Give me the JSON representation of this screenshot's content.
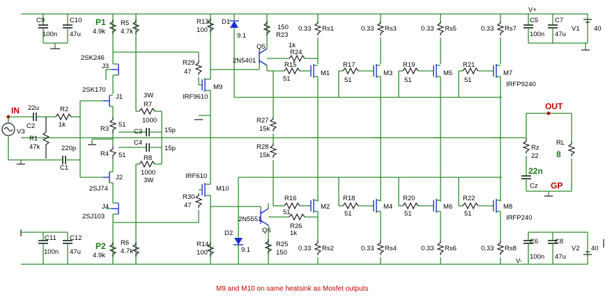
{
  "labels": {
    "IN": "IN",
    "OUT": "OUT",
    "GP": "GP",
    "V+": "V+",
    "V-": "V-",
    "P1": "P1",
    "P2": "P2",
    "V3": "V3",
    "C2": "C2",
    "C2v": "22u",
    "R2": "R2",
    "R2v": "1k",
    "R1": "R1",
    "R1v": "47k",
    "C1": "C1",
    "C1v": "220p",
    "C9": "C9",
    "C9v": "100n",
    "C10": "C10",
    "C10v": "47u",
    "C11": "C11",
    "C11v": "100n",
    "C12": "C12",
    "C12v": "47u",
    "P1v": "4.9k",
    "R5": "R5",
    "R5v": "4.7k",
    "P2v": "4.9k",
    "R6": "R6",
    "R6v": "4.7k",
    "J3": "J3",
    "J3t": "2SK246",
    "J1": "J1",
    "J1t": "2SK170",
    "J2": "J2",
    "J2t": "2SJ74",
    "J4": "J4",
    "J4t": "2SJ103",
    "R3": "R3",
    "R3v": "51",
    "R4": "R4",
    "R4v": "51",
    "R7": "R7",
    "R7v": "1000",
    "R7w": "3W",
    "R8": "R8",
    "R8v": "1000",
    "R8w": "3W",
    "C3": "C3",
    "C3v": "15p",
    "C4": "C4",
    "C4v": "15p",
    "R13": "R13",
    "R13v": "100",
    "R29": "R29",
    "R29v": "47",
    "M9": "M9",
    "M9t": "IRF9610",
    "R30": "R30",
    "R30v": "47",
    "M10": "M10",
    "M10t": "IRF610",
    "R14": "R14",
    "R14v": "100",
    "D1": "D1",
    "D1v": "9.1",
    "D2": "D2",
    "D2v": "9.1",
    "R23": "R23",
    "R23v": "150",
    "Q5": "Q5",
    "Q5t": "2N5401",
    "R25": "R25",
    "R25v": "150",
    "Q6": "Q6",
    "Q6t": "2N5551",
    "R24": "R24",
    "R24v": "1k",
    "R26": "R26",
    "R26v": "1k",
    "R15": "R15",
    "R15v": "51",
    "R16": "R16",
    "R16v": "51",
    "R27": "R27",
    "R27v": "15k",
    "R28": "R28",
    "R28v": "15k",
    "M1": "M1",
    "M2": "M2",
    "M3": "M3",
    "M4": "M4",
    "M5": "M5",
    "M6": "M6",
    "M7": "M7",
    "M8": "M8",
    "R17": "R17",
    "R17v": "51",
    "R18": "R18",
    "R18v": "51",
    "R19": "R19",
    "R19v": "51",
    "R20": "R20",
    "R20v": "51",
    "R21": "R21",
    "R21v": "51",
    "R22": "R22",
    "R22v": "51",
    "M7t": "IRFP9240",
    "M8t": "IRFP240",
    "Rs1": "Rs1",
    "Rs2": "Rs2",
    "Rs3": "Rs3",
    "Rs4": "Rs4",
    "Rs5": "Rs5",
    "Rs6": "Rs6",
    "Rs7": "Rs7",
    "Rs8": "Rs8",
    "Rsv": "0.33",
    "C5": "C5",
    "C5v": "100n",
    "C7": "C7",
    "C7v": "47u",
    "C6": "C6",
    "C6v": "100n",
    "C8": "C8",
    "C8v": "47u",
    "V1": "V1",
    "V1v": "40",
    "V2": "V2",
    "V2v": "40",
    "Rz": "Rz",
    "Rzv": "22",
    "Cz": "Cz",
    "Czv": "22n",
    "RL": "RL",
    "RLv": "8"
  },
  "note": "M9 and M10 on same heatsink as Mosfet outputs"
}
